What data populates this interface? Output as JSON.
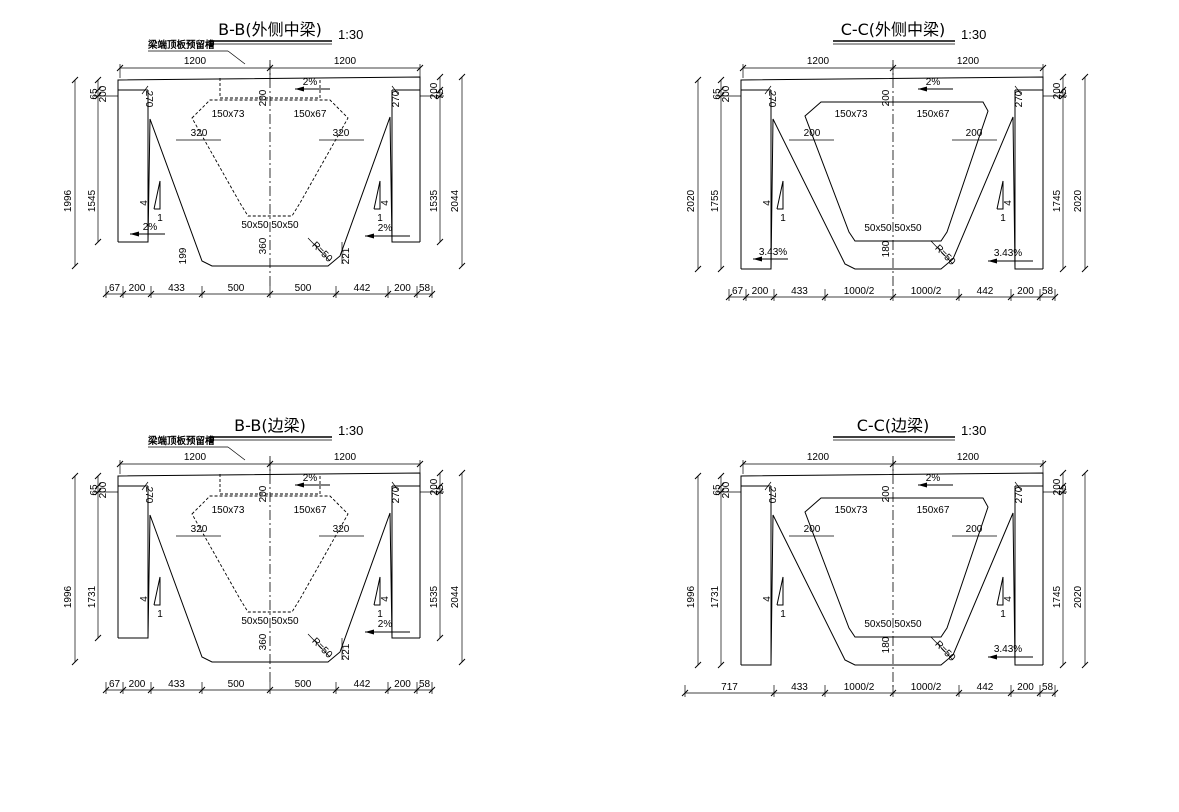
{
  "panels": [
    {
      "title": "B-B(外侧中梁)",
      "scale": "1:30",
      "top_dims": [
        "1200",
        "1200"
      ],
      "slope_top": "2%",
      "note": "梁端顶板预留槽",
      "center_top": "200",
      "chamfer_left": "150x73",
      "chamfer_right": "150x67",
      "flange_left_vert": "270",
      "flange_right_vert": "270",
      "web_left": "320",
      "web_right": "320",
      "bottom_chamfer_left": "50x50",
      "bottom_chamfer_right": "50x50",
      "center_bottom": "360",
      "slope_bl": "2%",
      "slope_br": "2%",
      "radius": "R=50",
      "v_bottom_left": "199",
      "v_bottom_right": "221",
      "left_dims": [
        "200",
        "65",
        "1545",
        "1996"
      ],
      "right_dims": [
        "200",
        "75",
        "1535",
        "2044"
      ],
      "grad_left": [
        "4",
        "1"
      ],
      "grad_right": [
        "4",
        "1"
      ],
      "bottom_dims": [
        "67",
        "200",
        "433",
        "500",
        "500",
        "442",
        "200",
        "58"
      ]
    },
    {
      "title": "C-C(外侧中梁)",
      "scale": "1:30",
      "top_dims": [
        "1200",
        "1200"
      ],
      "slope_top": "2%",
      "center_top": "200",
      "chamfer_left": "150x73",
      "chamfer_right": "150x67",
      "flange_left_vert": "270",
      "flange_right_vert": "270",
      "web_left": "200",
      "web_right": "200",
      "bottom_chamfer_left": "50x50",
      "bottom_chamfer_right": "50x50",
      "center_bottom": "180",
      "slope_bl": "3.43%",
      "slope_br": "3.43%",
      "radius": "R=50",
      "left_dims": [
        "200",
        "65",
        "1755",
        "2020"
      ],
      "right_dims": [
        "200",
        "75",
        "1745",
        "2020"
      ],
      "grad_left": [
        "4",
        "1"
      ],
      "grad_right": [
        "4",
        "1"
      ],
      "bottom_dims": [
        "67",
        "200",
        "433",
        "1000/2",
        "1000/2",
        "442",
        "200",
        "58"
      ]
    },
    {
      "title": "B-B(边梁)",
      "scale": "1:30",
      "top_dims": [
        "1200",
        "1200"
      ],
      "slope_top": "2%",
      "note": "梁端顶板预留槽",
      "center_top": "200",
      "chamfer_left": "150x73",
      "chamfer_right": "150x67",
      "flange_left_vert": "270",
      "flange_right_vert": "270",
      "web_left": "320",
      "web_right": "320",
      "bottom_chamfer_left": "50x50",
      "bottom_chamfer_right": "50x50",
      "center_bottom": "360",
      "slope_br": "2%",
      "radius": "R=50",
      "v_bottom_right": "221",
      "left_dims": [
        "200",
        "65",
        "1731",
        "1996"
      ],
      "right_dims": [
        "200",
        "75",
        "1535",
        "2044"
      ],
      "grad_left": [
        "4",
        "1"
      ],
      "grad_right": [
        "4",
        "1"
      ],
      "bottom_dims": [
        "67",
        "200",
        "433",
        "500",
        "500",
        "442",
        "200",
        "58"
      ]
    },
    {
      "title": "C-C(边梁)",
      "scale": "1:30",
      "top_dims": [
        "1200",
        "1200"
      ],
      "slope_top": "2%",
      "center_top": "200",
      "chamfer_left": "150x73",
      "chamfer_right": "150x67",
      "flange_left_vert": "270",
      "flange_right_vert": "270",
      "web_left": "200",
      "web_right": "200",
      "bottom_chamfer_left": "50x50",
      "bottom_chamfer_right": "50x50",
      "center_bottom": "180",
      "slope_br": "3.43%",
      "radius": "R=50",
      "left_dims": [
        "200",
        "65",
        "1731",
        "1996"
      ],
      "right_dims": [
        "200",
        "75",
        "1745",
        "2020"
      ],
      "grad_left": [
        "4",
        "1"
      ],
      "grad_right": [
        "4",
        "1"
      ],
      "bottom_dims": [
        "717",
        "433",
        "1000/2",
        "1000/2",
        "442",
        "200",
        "58"
      ]
    }
  ]
}
